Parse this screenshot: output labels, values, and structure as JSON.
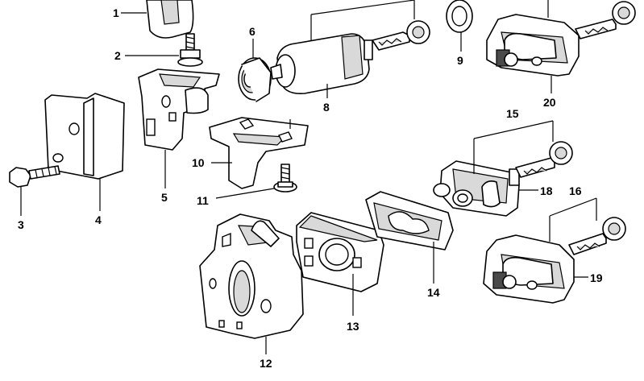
{
  "callouts": {
    "c1": "1",
    "c2": "2",
    "c3": "3",
    "c4": "4",
    "c5": "5",
    "c6": "6",
    "c8": "8",
    "c9": "9",
    "c10": "10",
    "c11": "11",
    "c12": "12",
    "c13": "13",
    "c14": "14",
    "c15": "15",
    "c16": "16",
    "c18": "18",
    "c19": "19",
    "c20": "20"
  }
}
